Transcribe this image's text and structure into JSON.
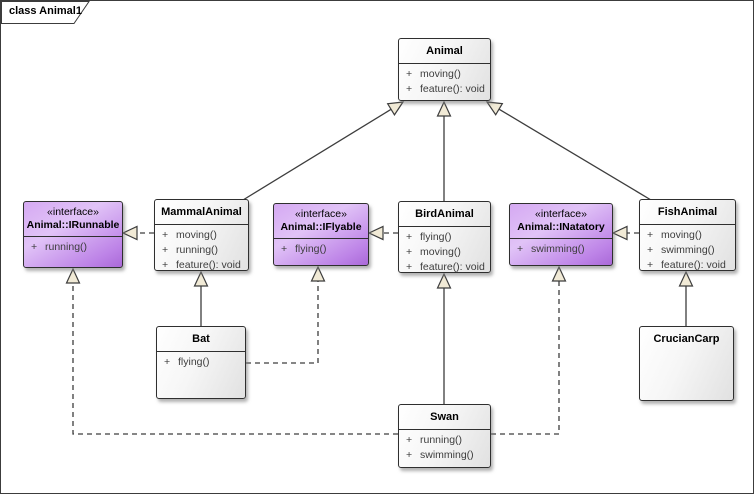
{
  "frame": {
    "label": "class Animal1"
  },
  "diagram": {
    "op_visibility": "+",
    "colors": {
      "class_fill": "#efefef",
      "interface_fill": "#c9a0ee",
      "line": "#3d3d3d",
      "arrowhead_fill": "#f1ead6",
      "operation_text": "#3d3d3d"
    },
    "nodes": {
      "animal": {
        "kind": "class",
        "name": "Animal",
        "operations": [
          "moving()",
          "feature(): void"
        ]
      },
      "irunnable": {
        "kind": "interface",
        "stereotype": "«interface»",
        "name": "Animal::IRunnable",
        "operations": [
          "running()"
        ]
      },
      "mammal": {
        "kind": "class",
        "name": "MammalAnimal",
        "operations": [
          "moving()",
          "running()",
          "feature(): void"
        ]
      },
      "iflyable": {
        "kind": "interface",
        "stereotype": "«interface»",
        "name": "Animal::IFlyable",
        "operations": [
          "flying()"
        ]
      },
      "bird": {
        "kind": "class",
        "name": "BirdAnimal",
        "operations": [
          "flying()",
          "moving()",
          "feature(): void"
        ]
      },
      "inatatory": {
        "kind": "interface",
        "stereotype": "«interface»",
        "name": "Animal::INatatory",
        "operations": [
          "swimming()"
        ]
      },
      "fish": {
        "kind": "class",
        "name": "FishAnimal",
        "operations": [
          "moving()",
          "swimming()",
          "feature(): void"
        ]
      },
      "bat": {
        "kind": "class",
        "name": "Bat",
        "operations": [
          "flying()"
        ]
      },
      "swan": {
        "kind": "class",
        "name": "Swan",
        "operations": [
          "running()",
          "swimming()"
        ]
      },
      "crucian": {
        "kind": "class",
        "name": "CrucianCarp",
        "operations": []
      }
    },
    "edges": [
      {
        "from": "mammal",
        "to": "animal",
        "type": "generalization"
      },
      {
        "from": "bird",
        "to": "animal",
        "type": "generalization"
      },
      {
        "from": "fish",
        "to": "animal",
        "type": "generalization"
      },
      {
        "from": "mammal",
        "to": "irunnable",
        "type": "realization"
      },
      {
        "from": "bird",
        "to": "iflyable",
        "type": "realization"
      },
      {
        "from": "fish",
        "to": "inatatory",
        "type": "realization"
      },
      {
        "from": "bat",
        "to": "mammal",
        "type": "generalization"
      },
      {
        "from": "bat",
        "to": "iflyable",
        "type": "realization"
      },
      {
        "from": "swan",
        "to": "bird",
        "type": "generalization"
      },
      {
        "from": "swan",
        "to": "irunnable",
        "type": "realization"
      },
      {
        "from": "swan",
        "to": "inatatory",
        "type": "realization"
      },
      {
        "from": "crucian",
        "to": "fish",
        "type": "generalization"
      }
    ]
  }
}
